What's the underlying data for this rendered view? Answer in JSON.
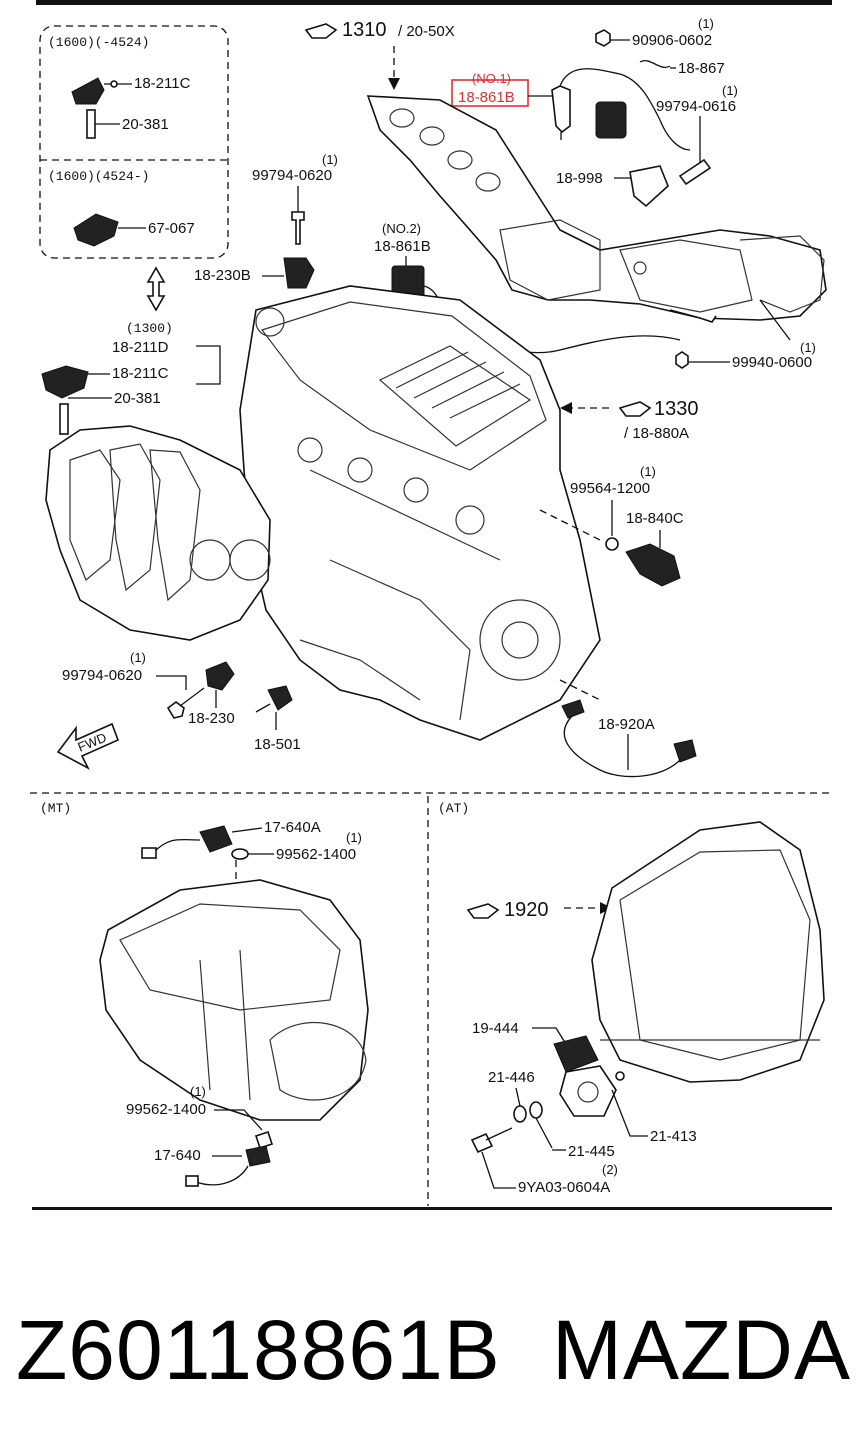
{
  "diagram": {
    "top_box": {
      "upper_header": "(1600)(-4524)",
      "lower_header": "(1600)(4524-)",
      "part_a": "18-211C",
      "part_b": "20-381",
      "part_c": "67-067"
    },
    "ref_1310": "1310",
    "ref_1310_sub": "/ 20-50X",
    "highlight_qty": "(NO.1)",
    "highlight_part": "18-861B",
    "right_top": {
      "qty_1": "(1)",
      "part_1": "90906-0602",
      "part_2": "18-867",
      "qty_3": "(1)",
      "part_3": "99794-0616",
      "part_4": "18-998"
    },
    "left_mid": {
      "qty_1": "(1)",
      "part_1": "99794-0620",
      "part_2": "18-230B",
      "no2_qty": "(NO.2)",
      "no2_part": "18-861B"
    },
    "exhaust_right": {
      "qty": "(1)",
      "part": "99940-0600"
    },
    "group_1300": {
      "header": "(1300)",
      "part_a": "18-211D",
      "part_b": "18-211C",
      "part_c": "20-381"
    },
    "ref_1330": "1330",
    "ref_1330_sub": "/ 18-880A",
    "right_mid": {
      "qty_1": "(1)",
      "part_1": "99564-1200",
      "part_2": "18-840C"
    },
    "bottom_left": {
      "qty_1": "(1)",
      "part_1": "99794-0620",
      "part_2": "18-230",
      "part_3": "18-501",
      "fwd": "FWD"
    },
    "bottom_right": {
      "part_1": "18-920A"
    },
    "mt": {
      "header": "(MT)",
      "part_1": "17-640A",
      "qty_2": "(1)",
      "part_2": "99562-1400",
      "qty_3": "(1)",
      "part_3": "99562-1400",
      "part_4": "17-640"
    },
    "at": {
      "header": "(AT)",
      "ref": "1920",
      "part_1": "19-444",
      "part_2": "21-446",
      "part_3": "21-413",
      "part_4": "21-445",
      "qty_5": "(2)",
      "part_5": "9YA03-0604A"
    }
  },
  "footer": {
    "part_number": "Z60118861B",
    "brand": "MAZDA"
  },
  "colors": {
    "highlight": "#e03030",
    "ink": "#111111",
    "background": "#ffffff"
  }
}
